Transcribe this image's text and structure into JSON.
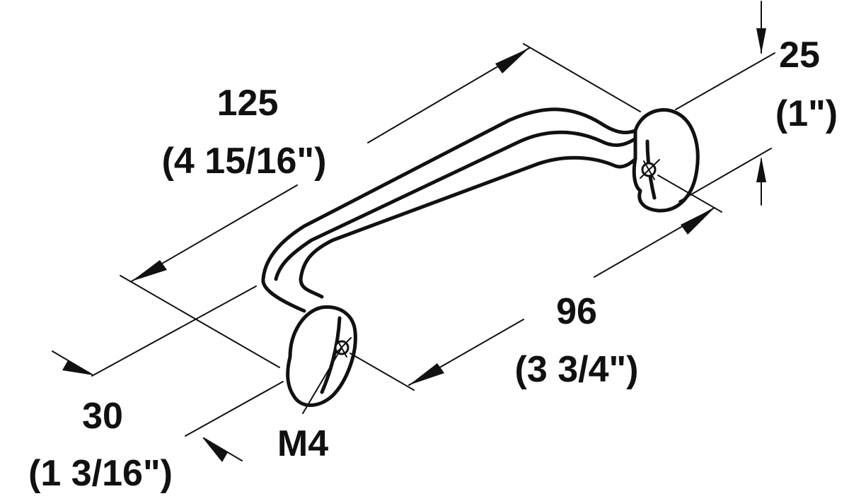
{
  "dimensions": {
    "overall_length": {
      "metric": "125",
      "imperial": "(4 15/16\")"
    },
    "height": {
      "metric": "25",
      "imperial": "(1\")"
    },
    "center_to_center": {
      "metric": "96",
      "imperial": "(3 3/4\")"
    },
    "projection": {
      "metric": "30",
      "imperial": "(1 3/16\")"
    },
    "thread": "M4"
  },
  "colors": {
    "line": "#111111",
    "background": "#ffffff"
  }
}
